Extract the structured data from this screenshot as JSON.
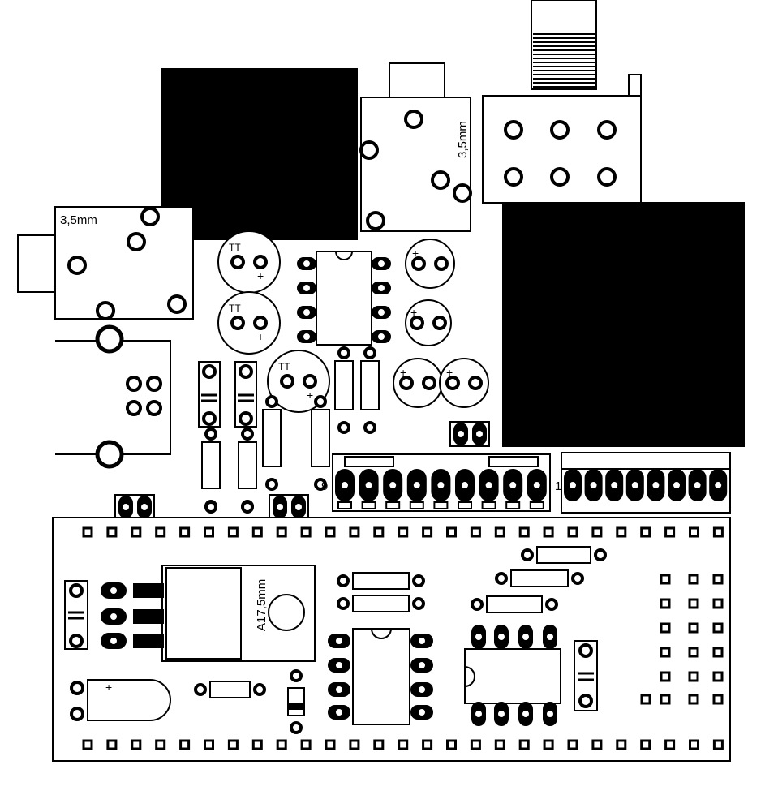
{
  "labels": {
    "jack_top": "3,5mm",
    "jack_left": "3,5mm",
    "regulator": "A17,5mm",
    "terminal_9_end": "9",
    "terminal_8_start": "1",
    "polarity_plus": "+",
    "cap_mark": "TT"
  },
  "colors": {
    "ink": "#000000",
    "paper": "#ffffff"
  }
}
